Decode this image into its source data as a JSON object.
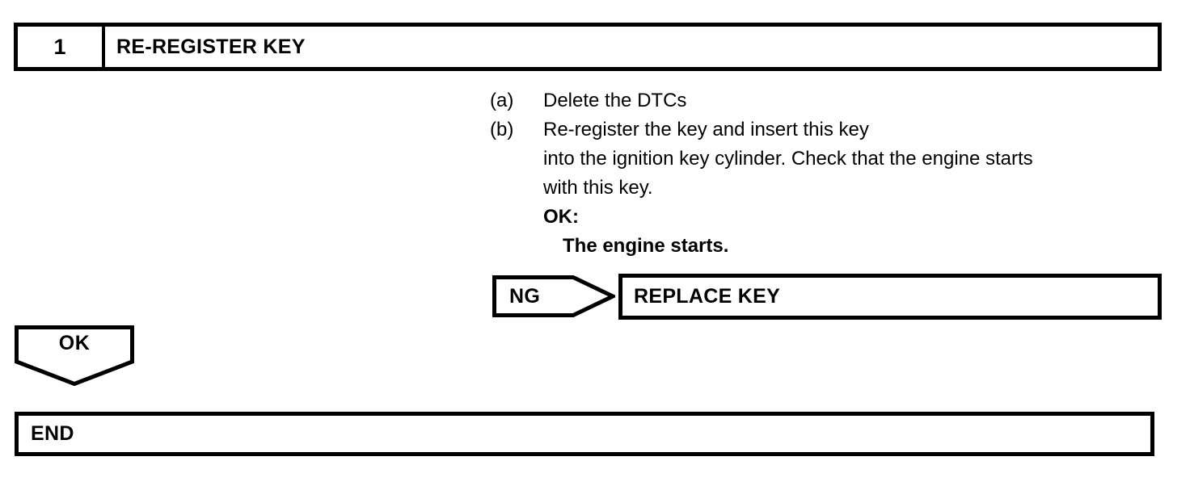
{
  "step": {
    "number": "1",
    "title": "RE-REGISTER KEY"
  },
  "instructions": [
    {
      "marker": "(a)",
      "text": "Delete the DTCs"
    },
    {
      "marker": "(b)",
      "text": "Re-register the key and insert this key"
    }
  ],
  "continuation_lines": [
    "into the ignition key cylinder. Check that the engine starts",
    "with this key."
  ],
  "judgement": {
    "ok_label": "OK:",
    "ok_result": "The engine starts."
  },
  "branches": {
    "ng": {
      "label": "NG",
      "target": "REPLACE KEY"
    },
    "ok": {
      "label": "OK",
      "target": "END"
    }
  },
  "colors": {
    "line": "#000000",
    "background": "#ffffff"
  }
}
